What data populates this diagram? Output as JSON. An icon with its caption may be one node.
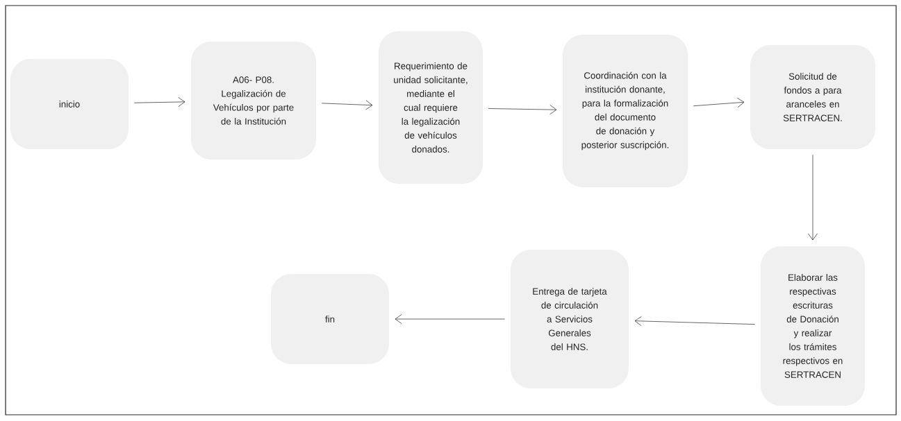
{
  "diagram": {
    "nodes": [
      {
        "text": [
          "inicio"
        ]
      },
      {
        "text": [
          "A06- P08. Legalización de Vehículos por parte de la Institución"
        ]
      },
      {
        "text": [
          "Requerimiento de unidad solicitante, mediante el cual requiere la legalización de vehículos donados."
        ]
      },
      {
        "text": [
          "Coordinación con la institución donante, para la formalización del documento de donación y posterior suscripción."
        ]
      },
      {
        "text": [
          "Solicitud de fondos a para aranceles en SERTRACEN."
        ]
      },
      {
        "text": [
          "Elaborar las respectivas escrituras de Donación y realizar los trámites respectivos en SERTRACEN"
        ]
      },
      {
        "text": [
          "Entrega de tarjeta de circulación a Servicios Generales del HNS."
        ]
      },
      {
        "text": [
          "fin"
        ]
      }
    ],
    "edges": [
      {
        "from": 0,
        "to": 1,
        "arrow": "to"
      },
      {
        "from": 1,
        "to": 2,
        "arrow": "to"
      },
      {
        "from": 2,
        "to": 3,
        "arrow": "to"
      },
      {
        "from": 3,
        "to": 4,
        "arrow": "to"
      },
      {
        "from": 4,
        "to": 5,
        "arrow": "to"
      },
      {
        "from": 5,
        "to": 6,
        "arrow": "to"
      },
      {
        "from": 6,
        "to": 7,
        "arrow": "to"
      }
    ]
  }
}
